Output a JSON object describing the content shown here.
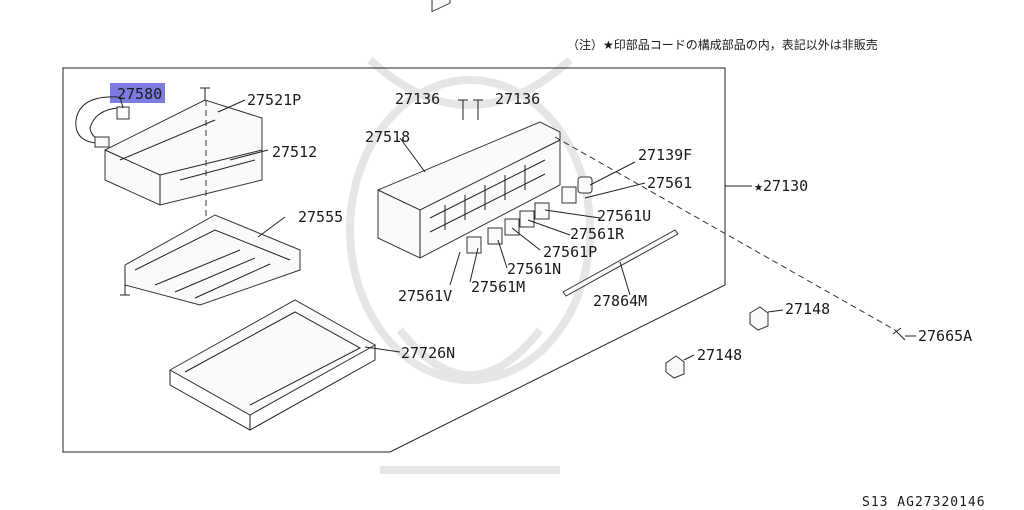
{
  "note": "（注）★印部品コードの構成部品の内，表記以外は非販売",
  "footer_code": "S13  AG27320146",
  "assembly_label": "★27130",
  "highlight_color": "#7b7be0",
  "parts": {
    "p27580": "27580",
    "p27521P": "27521P",
    "p27512": "27512",
    "p27555": "27555",
    "p27136a": "27136",
    "p27136b": "27136",
    "p27518": "27518",
    "p27139F": "27139F",
    "p27561": "27561",
    "p27561U": "27561U",
    "p27561R": "27561R",
    "p27561P": "27561P",
    "p27561N": "27561N",
    "p27561M": "27561M",
    "p27561V": "27561V",
    "p27864M": "27864M",
    "p27726N": "27726N",
    "p27148a": "27148",
    "p27148b": "27148",
    "p27665A": "27665A"
  }
}
